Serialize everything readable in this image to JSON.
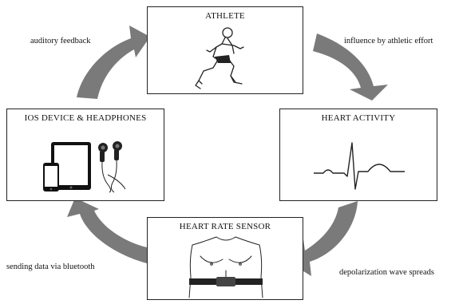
{
  "nodes": {
    "athlete": {
      "title": "ATHLETE"
    },
    "heart_activity": {
      "title": "HEART ACTIVITY"
    },
    "heart_rate_sensor": {
      "title": "HEART RATE SENSOR"
    },
    "ios_device": {
      "title": "IOS DEVICE & HEADPHONES"
    }
  },
  "edges": {
    "athlete_to_heart": {
      "label": "influence by athletic effort"
    },
    "heart_to_sensor": {
      "label": "depolarization wave spreads"
    },
    "sensor_to_device": {
      "label": "sending data via bluetooth"
    },
    "device_to_athlete": {
      "label": "auditory feedback"
    }
  },
  "colors": {
    "arrow": "#7a7a7a",
    "stroke": "#222222",
    "background": "#ffffff"
  },
  "icons": [
    "runner-illustration",
    "ecg-waveform",
    "chest-strap-illustration",
    "tablet-icon",
    "phone-icon",
    "earbuds-icon"
  ]
}
